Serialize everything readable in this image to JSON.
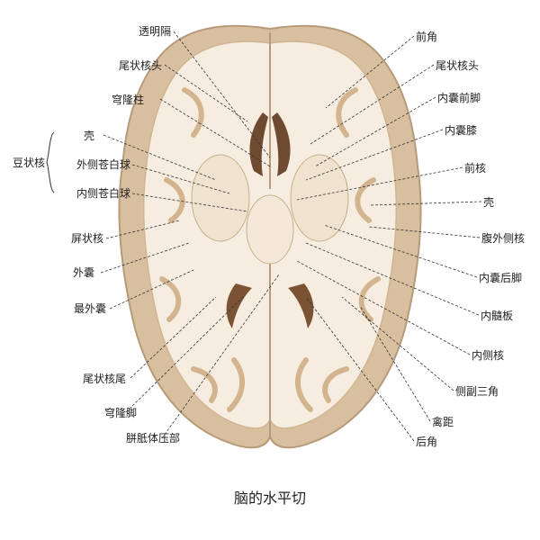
{
  "caption": "脑的水平切",
  "group_label": "豆状核",
  "labels_left": [
    "透明隔",
    "尾状核头",
    "穹隆柱",
    "壳",
    "外侧苍白球",
    "内侧苍白球",
    "屏状核",
    "外囊",
    "最外囊",
    "尾状核尾",
    "穹隆脚",
    "胼胝体压部"
  ],
  "labels_right": [
    "前角",
    "尾状核头",
    "内囊前脚",
    "内囊膝",
    "前核",
    "壳",
    "腹外侧核",
    "内囊后脚",
    "内髓板",
    "内侧核",
    "侧副三角",
    "禽距",
    "后角"
  ],
  "colors": {
    "cortex": "#d8bfa0",
    "white_matter": "#f6ede0",
    "outline": "#b69a7a",
    "ventricle": "#6e4a30",
    "leader": "#333333"
  }
}
